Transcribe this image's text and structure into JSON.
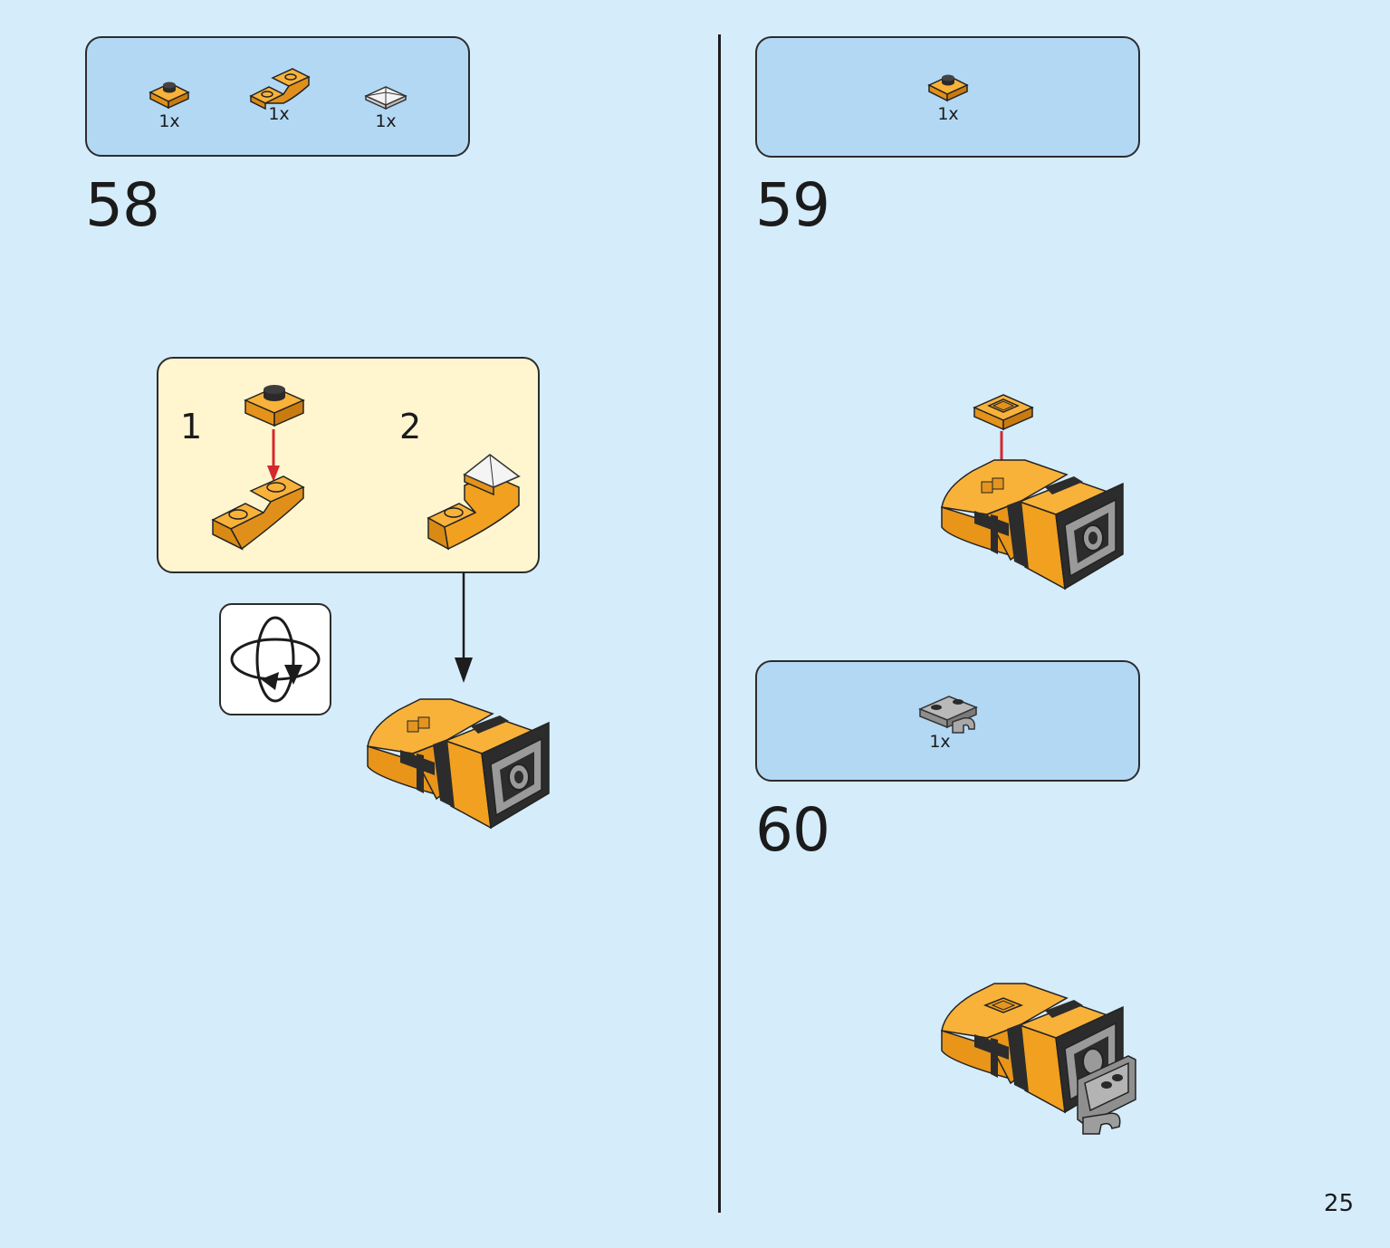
{
  "page": {
    "number": "25"
  },
  "colors": {
    "background": "#d5ecfb",
    "parts_box": "#b2d8f4",
    "sub_step_box": "#fff5cf",
    "brick_orange": "#f6a424",
    "brick_dark": "#2a2a2a",
    "arrow_red": "#d4282f"
  },
  "steps": [
    {
      "number": "58",
      "parts": [
        {
          "icon": "orange-round-plate-1x1-icon",
          "qty": "1x"
        },
        {
          "icon": "orange-inverted-slope-icon",
          "qty": "1x"
        },
        {
          "icon": "white-pyramid-tile-icon",
          "qty": "1x"
        }
      ],
      "sub_steps": [
        "1",
        "2"
      ],
      "rotate_icon": "rotate-model-icon"
    },
    {
      "number": "59",
      "parts": [
        {
          "icon": "orange-round-plate-1x1-icon",
          "qty": "1x"
        }
      ]
    },
    {
      "number": "60",
      "parts": [
        {
          "icon": "gray-clip-plate-icon",
          "qty": "1x"
        }
      ]
    }
  ]
}
